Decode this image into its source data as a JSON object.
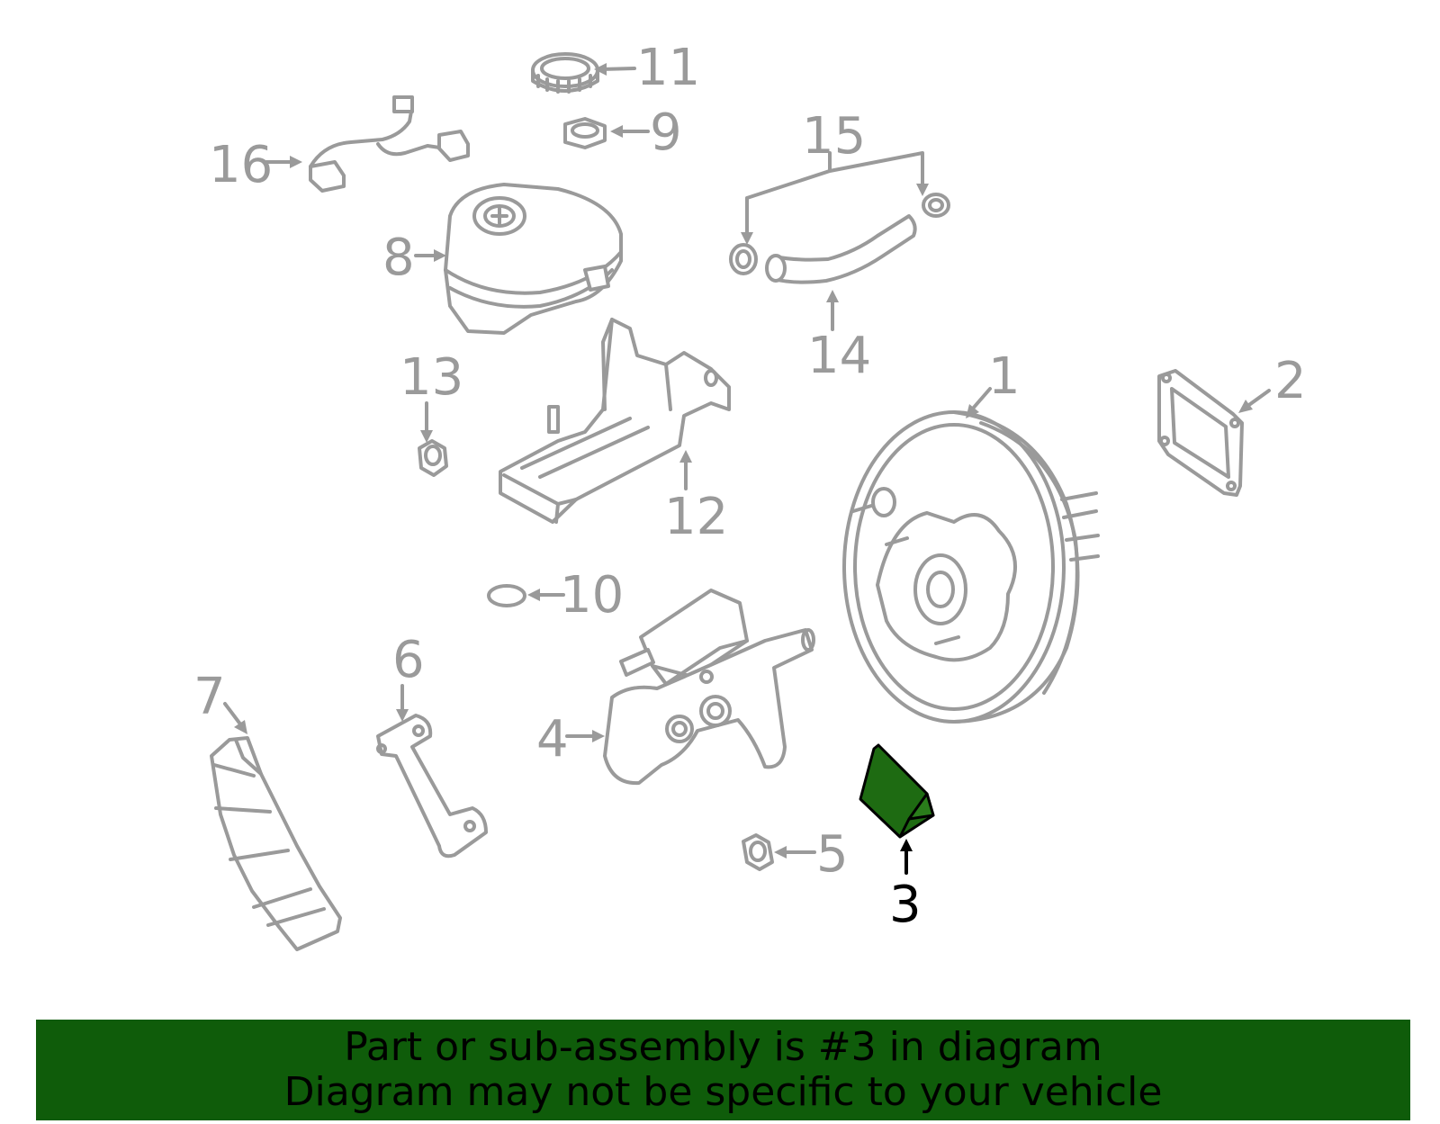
{
  "colors": {
    "highlight": "#1e6b12",
    "banner": "#0f5c0a",
    "part_stroke": "#9a9a9a",
    "highlight_number": "#000000"
  },
  "highlighted_part": "3",
  "callouts": {
    "c1": "1",
    "c2": "2",
    "c3": "3",
    "c4": "4",
    "c5": "5",
    "c6": "6",
    "c7": "7",
    "c8": "8",
    "c9": "9",
    "c10": "10",
    "c11": "11",
    "c12": "12",
    "c13": "13",
    "c14": "14",
    "c15": "15",
    "c16": "16"
  },
  "banner": {
    "line1": "Part or sub-assembly is #3 in diagram",
    "line2": "Diagram may not be specific to your vehicle"
  }
}
